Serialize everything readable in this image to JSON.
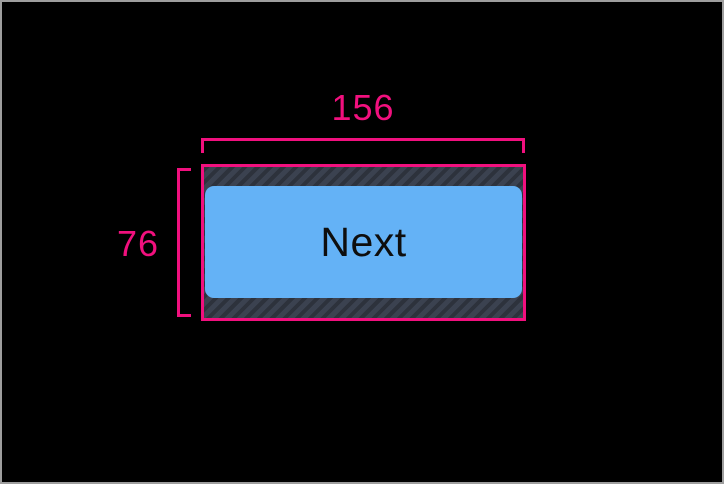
{
  "colors": {
    "canvas-bg": "#000000",
    "frame": "#9e9e9e",
    "accent": "#f1107e",
    "button-fill": "#64b2f6",
    "button-text": "#0e0e0e",
    "hatch-bg": "#3b4250",
    "hatch-stripe": "#2d323c"
  },
  "annotation": {
    "width_label": "156",
    "height_label": "76"
  },
  "button": {
    "label": "Next"
  }
}
